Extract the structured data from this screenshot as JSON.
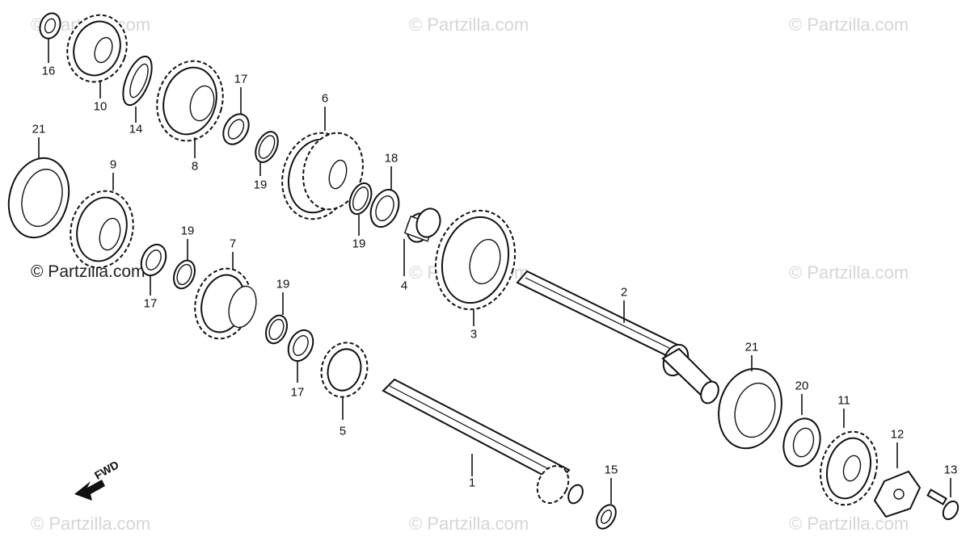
{
  "watermarks": [
    "© Partzilla.com",
    "© Partzilla.com",
    "© Partzilla.com",
    "© Partzilla.com",
    "© Partzilla.com",
    "© Partzilla.com",
    "© Partzilla.com",
    "© Partzilla.com",
    "© Partzilla.com"
  ],
  "fwd_label": "FWD",
  "callouts": {
    "c16": "16",
    "c10": "10",
    "c14": "14",
    "c8": "8",
    "c17a": "17",
    "c19a": "19",
    "c6": "6",
    "c21a": "21",
    "c9": "9",
    "c18": "18",
    "c19b": "19",
    "c4": "4",
    "c3": "3",
    "c2": "2",
    "c19c": "19",
    "c17b": "17",
    "c7": "7",
    "c19d": "19",
    "c17c": "17",
    "c5": "5",
    "c1": "1",
    "c15": "15",
    "c21b": "21",
    "c20": "20",
    "c11": "11",
    "c12": "12",
    "c13": "13"
  }
}
